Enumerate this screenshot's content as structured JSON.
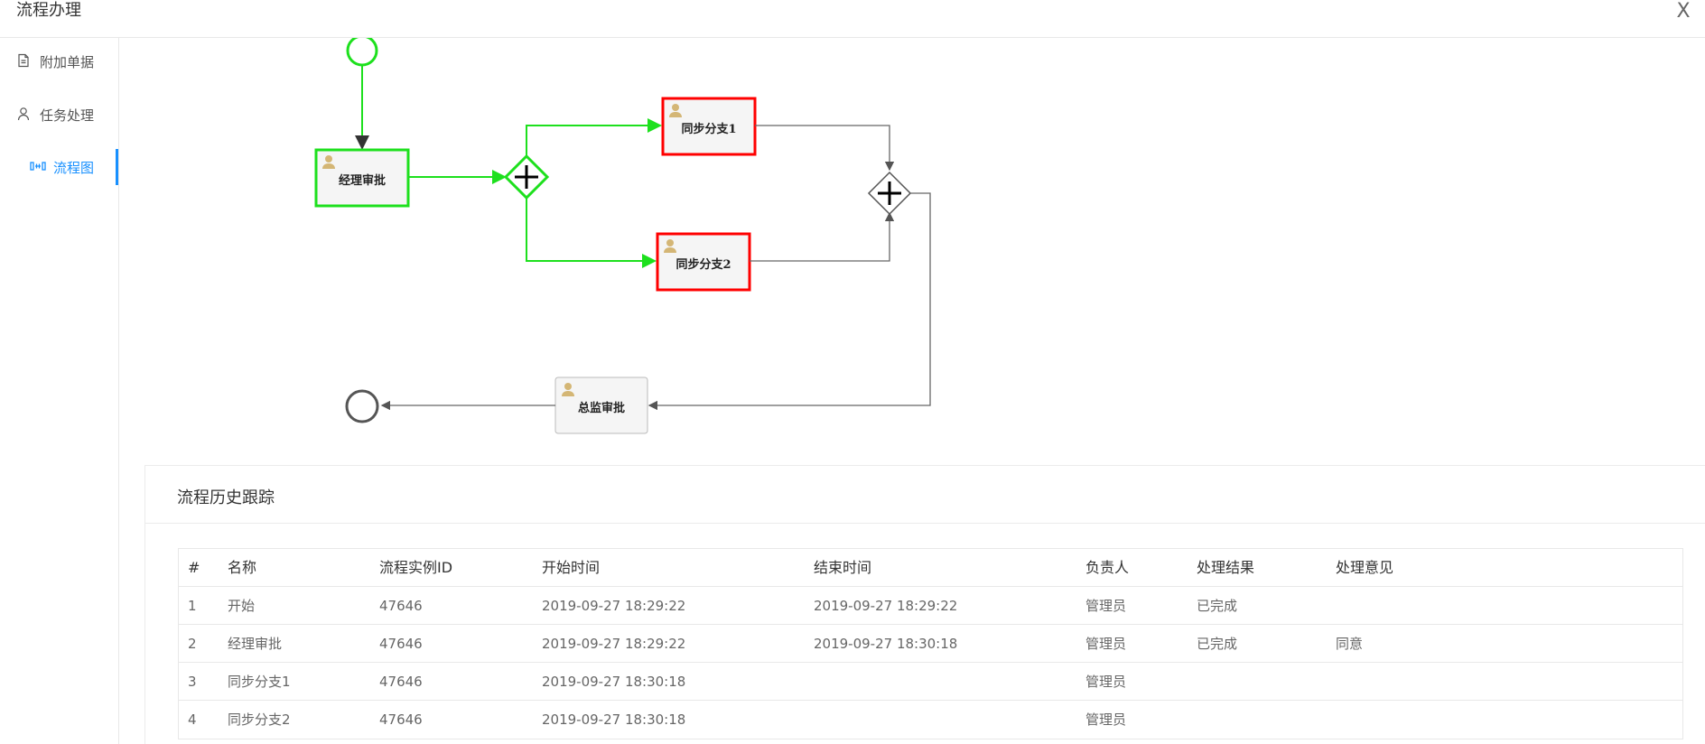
{
  "header": {
    "title": "流程办理",
    "close_label": "X"
  },
  "sidebar": {
    "items": [
      {
        "label": "附加单据",
        "icon": "document-icon",
        "active": false
      },
      {
        "label": "任务处理",
        "icon": "user-icon",
        "active": false
      },
      {
        "label": "流程图",
        "icon": "flow-icon",
        "active": true
      }
    ]
  },
  "diagram": {
    "nodes": {
      "manager": "经理审批",
      "branch1": "同步分支1",
      "branch2": "同步分支2",
      "director": "总监审批"
    },
    "colors": {
      "completed": "#1de01d",
      "active": "#ff0000",
      "pending": "#666666",
      "accent": "#1890ff"
    }
  },
  "history": {
    "title": "流程历史跟踪",
    "columns": [
      "#",
      "名称",
      "流程实例ID",
      "开始时间",
      "结束时间",
      "负责人",
      "处理结果",
      "处理意见"
    ],
    "rows": [
      [
        "1",
        "开始",
        "47646",
        "2019-09-27 18:29:22",
        "2019-09-27 18:29:22",
        "管理员",
        "已完成",
        ""
      ],
      [
        "2",
        "经理审批",
        "47646",
        "2019-09-27 18:29:22",
        "2019-09-27 18:30:18",
        "管理员",
        "已完成",
        "同意"
      ],
      [
        "3",
        "同步分支1",
        "47646",
        "2019-09-27 18:30:18",
        "",
        "管理员",
        "",
        ""
      ],
      [
        "4",
        "同步分支2",
        "47646",
        "2019-09-27 18:30:18",
        "",
        "管理员",
        "",
        ""
      ]
    ]
  }
}
